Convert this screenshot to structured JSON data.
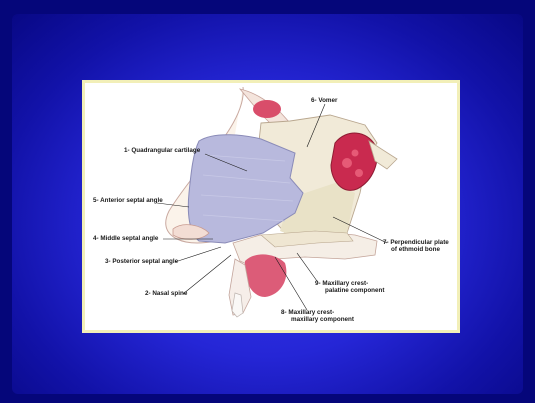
{
  "slide": {
    "background": "#1e20c8",
    "frame_color": "#f2efb8"
  },
  "figure": {
    "labels": {
      "quadrangular": "1- Quadrangular cartilage",
      "nasal_spine": "2- Nasal spine",
      "posterior_angle": "3- Posterior septal angle",
      "middle_angle": "4- Middle septal angle",
      "anterior_angle": "5- Anterior septal angle",
      "vomer": "6- Vomer",
      "perpendicular_l1": "7- Perpendicular plate",
      "perpendicular_l2": "of ethmoid bone",
      "max_crest_max_l1": "8- Maxillary crest-",
      "max_crest_max_l2": "maxillary component",
      "max_crest_pal_l1": "9- Maxillary crest-",
      "max_crest_pal_l2": "palatine component"
    }
  }
}
